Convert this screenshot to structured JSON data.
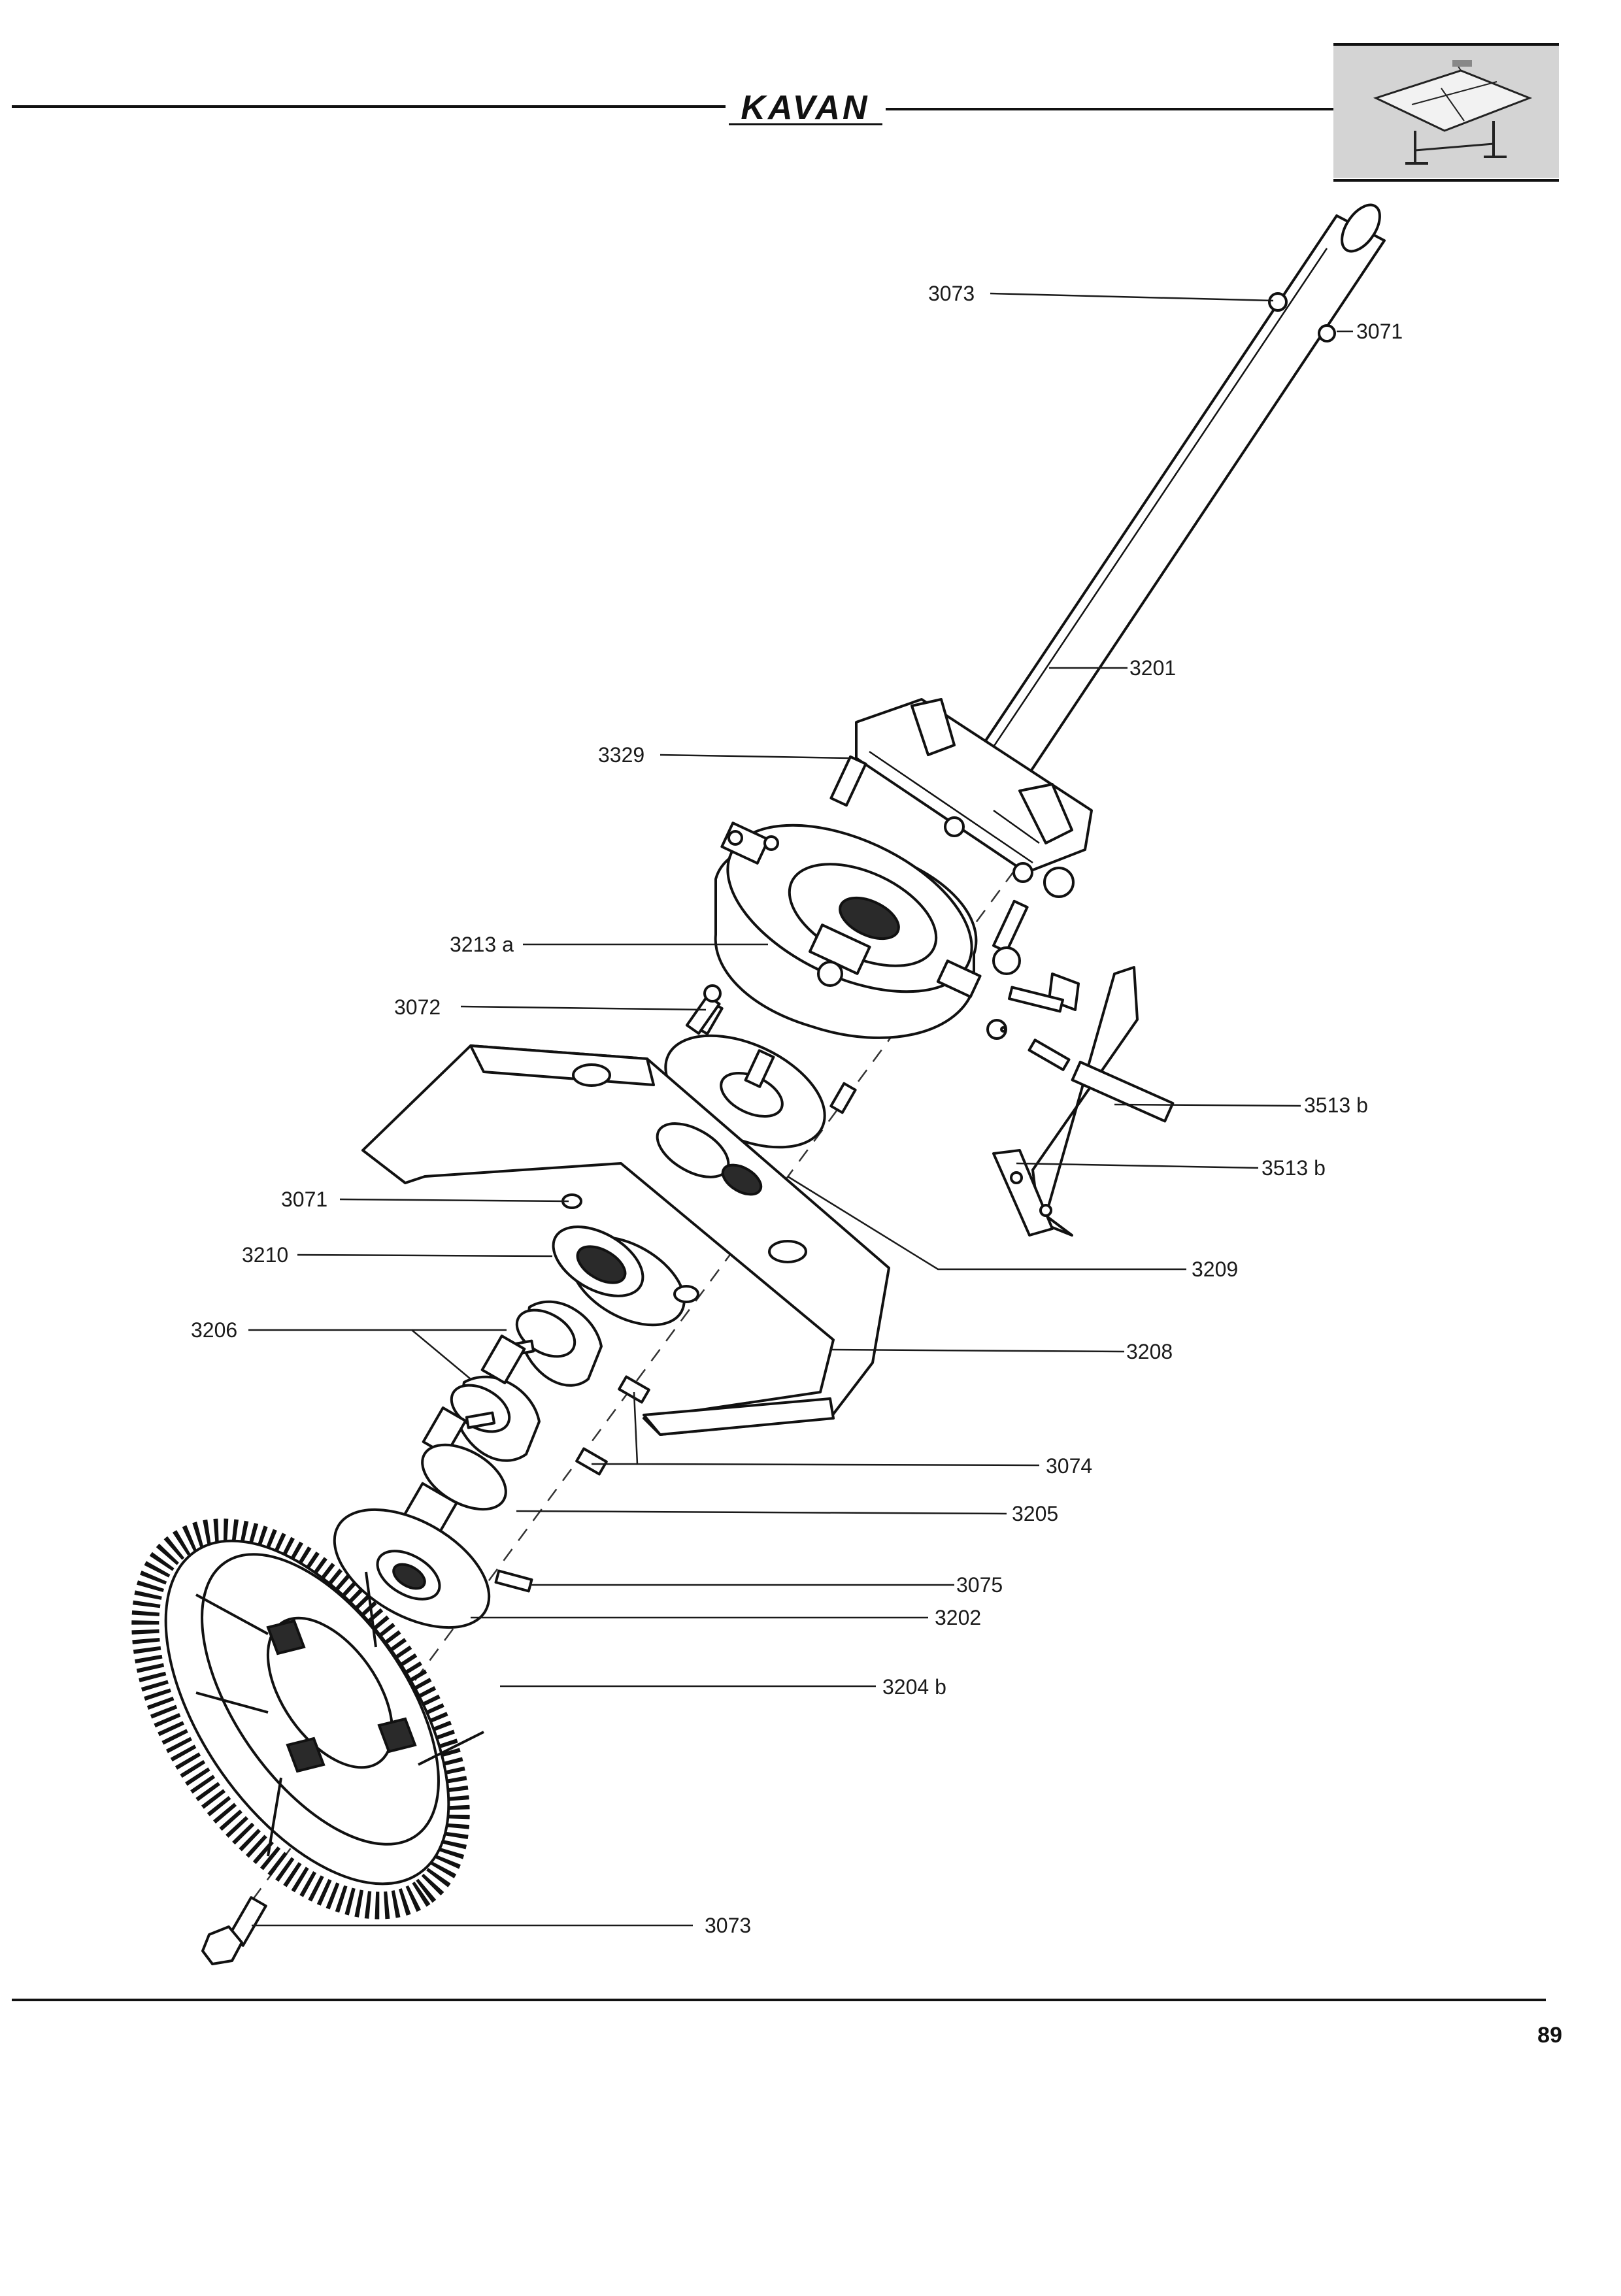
{
  "header": {
    "brand": "KAVAN"
  },
  "thumbnail": {
    "icon": "drafting-table-thumbnail"
  },
  "footer": {
    "page_number": "89"
  },
  "diagram": {
    "callouts": [
      {
        "id": "c-3073-top",
        "label": "3073"
      },
      {
        "id": "c-3071-top",
        "label": "3071"
      },
      {
        "id": "c-3201",
        "label": "3201"
      },
      {
        "id": "c-3329",
        "label": "3329"
      },
      {
        "id": "c-3213a",
        "label": "3213 a"
      },
      {
        "id": "c-3072",
        "label": "3072"
      },
      {
        "id": "c-3513b-1",
        "label": "3513 b"
      },
      {
        "id": "c-3513b-2",
        "label": "3513 b"
      },
      {
        "id": "c-3071-mid",
        "label": "3071"
      },
      {
        "id": "c-3209",
        "label": "3209"
      },
      {
        "id": "c-3210",
        "label": "3210"
      },
      {
        "id": "c-3206",
        "label": "3206"
      },
      {
        "id": "c-3208",
        "label": "3208"
      },
      {
        "id": "c-3074",
        "label": "3074"
      },
      {
        "id": "c-3205",
        "label": "3205"
      },
      {
        "id": "c-3075",
        "label": "3075"
      },
      {
        "id": "c-3202",
        "label": "3202"
      },
      {
        "id": "c-3204b",
        "label": "3204 b"
      },
      {
        "id": "c-3073-bottom",
        "label": "3073"
      }
    ]
  }
}
